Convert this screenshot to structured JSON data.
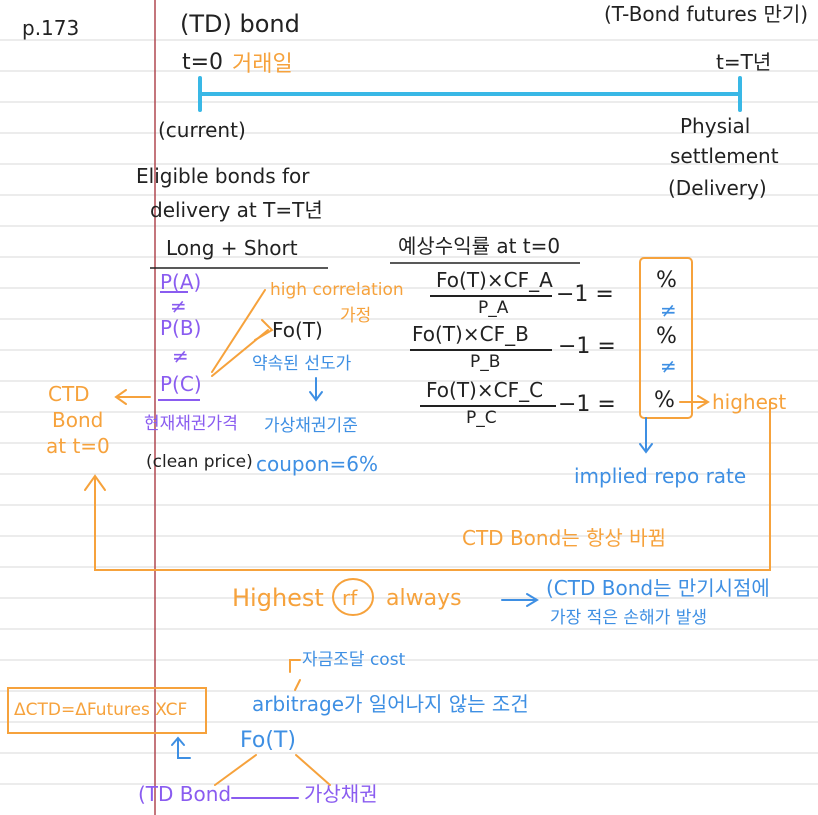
{
  "page": {
    "number": "p.173"
  },
  "timeline": {
    "bond_title": "(TD) bond",
    "t0": "t=0",
    "t0_note": "거래일",
    "tbond_title": "(T-Bond futures 만기)",
    "tT": "t=T년",
    "current": "(current)",
    "settlement": [
      "Physial",
      "settlement",
      "(Delivery)"
    ]
  },
  "left": {
    "eligible": [
      "Eligible bonds for",
      "delivery at T=T년"
    ],
    "long_short": "Long + Short",
    "pa": "P(A)",
    "pb": "P(B)",
    "pc": "P(C)",
    "neq": "≠",
    "clean_kr": "현재채권가격",
    "clean_en": "(clean price)",
    "ctd": [
      "CTD",
      "Bond",
      "at t=0"
    ]
  },
  "middle": {
    "high_corr": "high correlation",
    "assumption": "가정",
    "fot": "Fo(T)",
    "futures_price": "약속된 선도가",
    "virtual_bond": "가상채권기준",
    "coupon": "coupon=6%"
  },
  "right": {
    "expected_return": "예상수익률 at t=0",
    "eqs": [
      {
        "num": "Fo(T)×CF_A",
        "den": "P_A",
        "rest": "−1 ="
      },
      {
        "num": "Fo(T)×CF_B",
        "den": "P_B",
        "rest": "−1 ="
      },
      {
        "num": "Fo(T)×CF_C",
        "den": "P_C",
        "rest": "−1 ="
      }
    ],
    "pct": "%",
    "neq": "≠",
    "highest": "highest",
    "implied": "implied repo rate"
  },
  "bottom": {
    "ctd_changes": "CTD Bond는 항상 바뀜",
    "highest_rf": "Highest",
    "rf": "rf",
    "always": "always",
    "result": [
      "(CTD Bond는 만기시점에",
      "가장 적은 손해가 발생"
    ],
    "funding_cost": "자금조달 cost",
    "arbitrage": "arbitrage가 일어나지 않는 조건",
    "delta_box": "ΔCTD=ΔFutures XCF",
    "fot": "Fo(T)",
    "ctd_bond": "(TD Bond",
    "virtual": "가상채권"
  },
  "colors": {
    "orange": "#f6a23c",
    "blue": "#3e8fe3",
    "purple": "#8a5cf0",
    "cyan": "#39b8e6",
    "margin": "#b04850",
    "rule": "#d8d8d8"
  }
}
